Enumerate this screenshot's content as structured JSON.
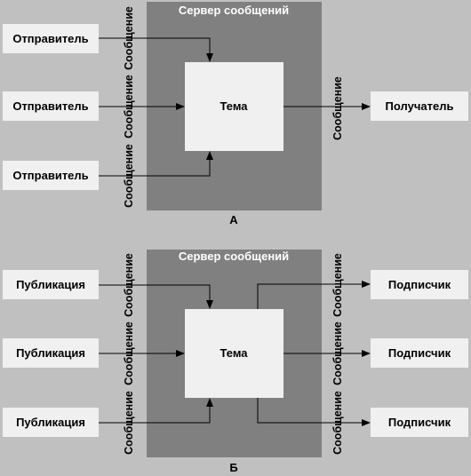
{
  "colors": {
    "background": "#c0c0c0",
    "server": "#808080",
    "topic": "#f0f0f0",
    "node": "#f0f0f0",
    "server_title": "#ffffff",
    "text": "#000000",
    "line": "#000000"
  },
  "panel_a": {
    "server_title": "Сервер сообщений",
    "topic": "Тема",
    "label": "А",
    "senders": [
      "Отправитель",
      "Отправитель",
      "Отправитель"
    ],
    "receiver": "Получатель",
    "left_messages": [
      "Сообщение",
      "Сообщение",
      "Сообщение"
    ],
    "right_message": "Сообщение"
  },
  "panel_b": {
    "server_title": "Сервер сообщений",
    "topic": "Тема",
    "label": "Б",
    "publishers": [
      "Публикация",
      "Публикация",
      "Публикация"
    ],
    "subscribers": [
      "Подписчик",
      "Подписчик",
      "Подписчик"
    ],
    "left_messages": [
      "Сообщение",
      "Сообщение",
      "Сообщение"
    ],
    "right_messages": [
      "Сообщение",
      "Сообщение",
      "Сообщение"
    ]
  }
}
